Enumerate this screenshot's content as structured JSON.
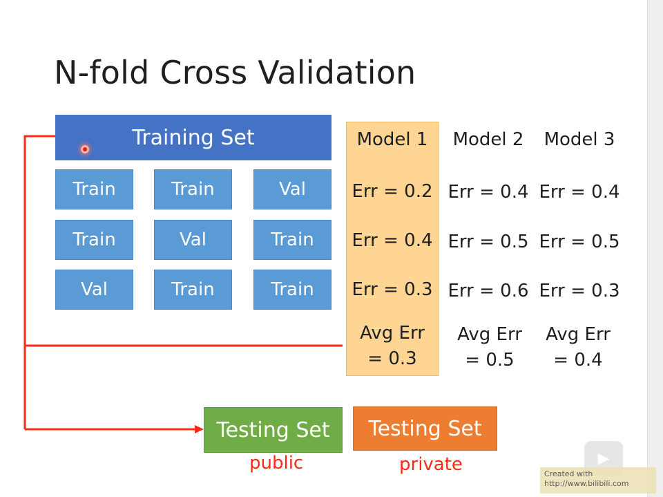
{
  "title": "N-fold Cross Validation",
  "training_set_label": "Training Set",
  "folds": [
    [
      "Train",
      "Train",
      "Val"
    ],
    [
      "Train",
      "Val",
      "Train"
    ],
    [
      "Val",
      "Train",
      "Train"
    ]
  ],
  "models": [
    {
      "name": "Model 1",
      "errors": [
        "Err = 0.2",
        "Err = 0.4",
        "Err = 0.3"
      ],
      "avg_label": "Avg Err",
      "avg_value": "= 0.3"
    },
    {
      "name": "Model 2",
      "errors": [
        "Err = 0.4",
        "Err = 0.5",
        "Err = 0.6"
      ],
      "avg_label": "Avg Err",
      "avg_value": "= 0.5"
    },
    {
      "name": "Model 3",
      "errors": [
        "Err = 0.4",
        "Err = 0.5",
        "Err = 0.3"
      ],
      "avg_label": "Avg Err",
      "avg_value": "= 0.4"
    }
  ],
  "testing_public": {
    "label": "Testing Set",
    "caption": "public"
  },
  "testing_private": {
    "label": "Testing Set",
    "caption": "private"
  },
  "watermark": {
    "line1": "Created with",
    "line2": "http://www.bilibili.com"
  },
  "colors": {
    "training_set": "#4472c4",
    "fold": "#5b9bd5",
    "model1_highlight": "#ffd593",
    "testing_public": "#70ad47",
    "testing_private": "#ed7d31",
    "arrow": "#ff2a14"
  }
}
